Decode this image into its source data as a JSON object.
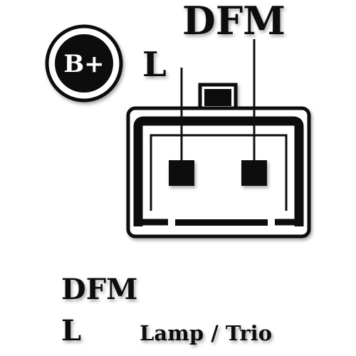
{
  "terminals": {
    "battery": "B+",
    "lamp": "L",
    "field": "DFM"
  },
  "legend": {
    "rows": [
      {
        "code": "DFM",
        "description": ""
      },
      {
        "code": "L",
        "description": "Lamp / Trio"
      }
    ]
  },
  "colors": {
    "ink": "#111111",
    "background": "#ffffff"
  }
}
